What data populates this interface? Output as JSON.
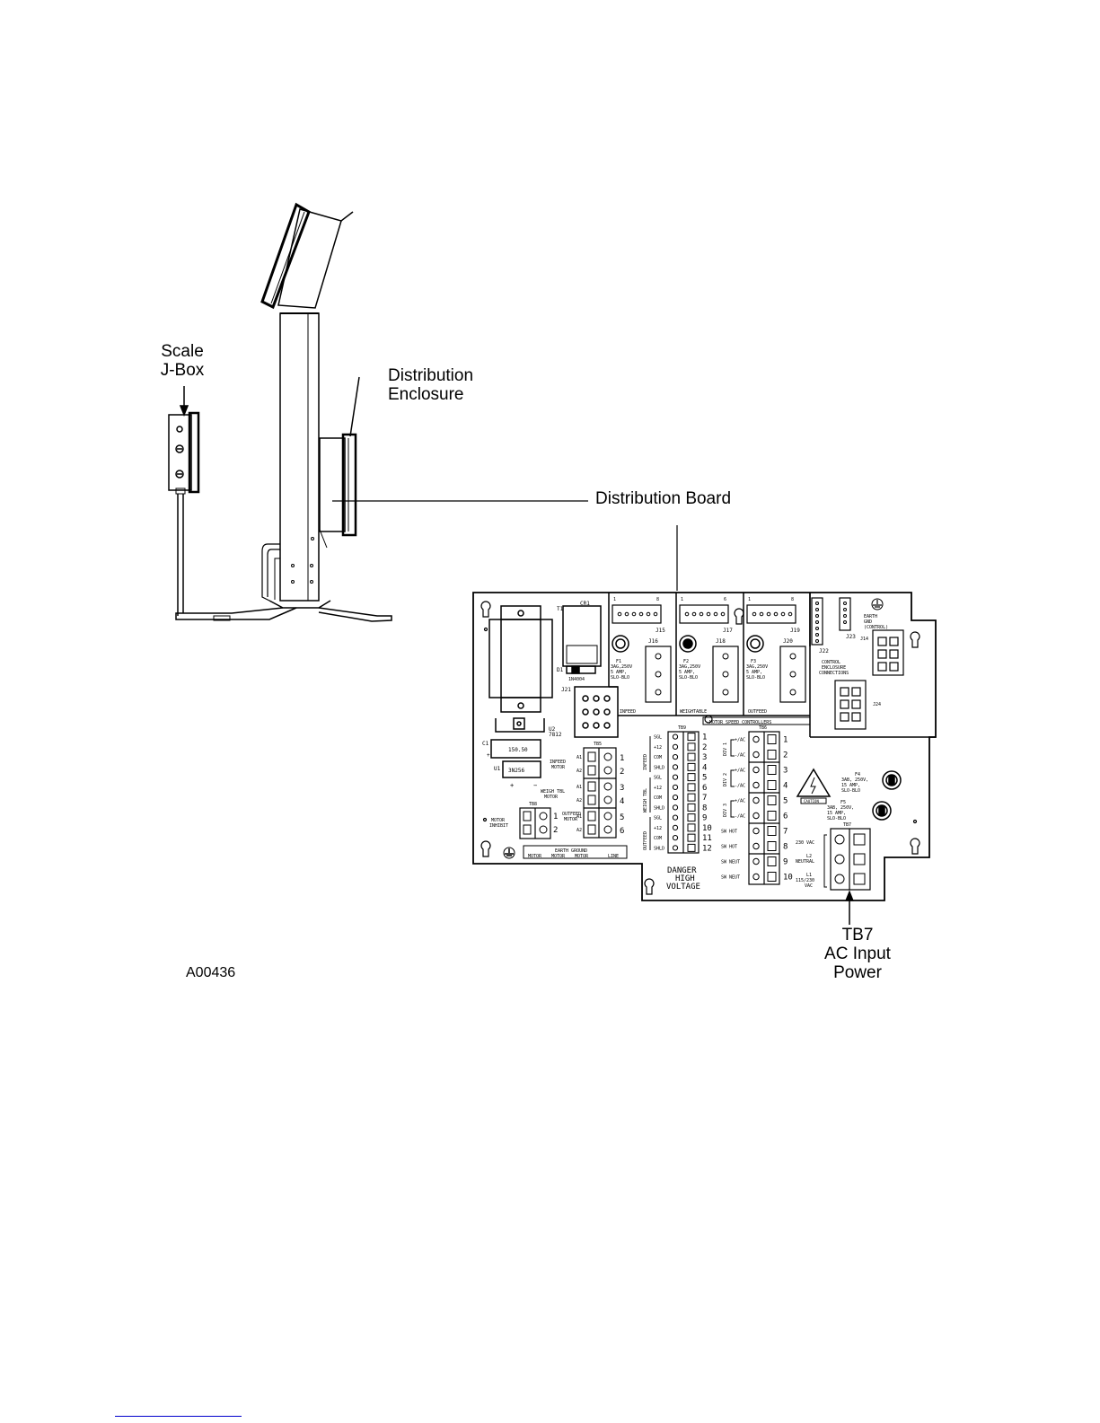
{
  "callouts": {
    "scale_jbox": [
      "Scale",
      "J-Box"
    ],
    "distribution_enclosure": [
      "Distribution",
      "Enclosure"
    ],
    "distribution_board": "Distribution Board",
    "tb7": [
      "TB7",
      "AC Input",
      "Power"
    ],
    "figure_id": "A00436"
  },
  "board": {
    "connectors_top": [
      "J15",
      "J17",
      "J19",
      "J22",
      "J23"
    ],
    "connectors_side": [
      "J16",
      "J18",
      "J20",
      "J14",
      "J21",
      "J24"
    ],
    "earth_label": [
      "EARTH",
      "GND",
      "(CONTROL)"
    ],
    "control_enclosure": [
      "CONTROL",
      "ENCLOSURE",
      "CONNECTIONS"
    ],
    "fuses": [
      {
        "id": "F1",
        "lines": [
          "F1",
          "3AG,250V",
          "5 AMP,",
          "SLO-BLO"
        ]
      },
      {
        "id": "F2",
        "lines": [
          "F2",
          "3AG,250V",
          "5 AMP,",
          "SLO-BLO"
        ]
      },
      {
        "id": "F3",
        "lines": [
          "F3",
          "3AG,250V",
          "5 AMP,",
          "SLO-BLO"
        ]
      },
      {
        "id": "F4",
        "lines": [
          "F4",
          "3AB, 250V,",
          "15 AMP,",
          "SLO-BLO"
        ]
      },
      {
        "id": "F5",
        "lines": [
          "F5",
          "3AB, 250V,",
          "15 AMP,",
          "SLO-BLO"
        ]
      }
    ],
    "section_labels": [
      "INFEED",
      "WEIGHTABLE",
      "OUTFEED",
      "MOTOR SPEED CONTROLLERS"
    ],
    "components": {
      "t1": "T1",
      "cr1": "CR1",
      "d1": "D1",
      "d1_part": "1N4004",
      "u2": [
        "U2",
        "7812"
      ],
      "c1": "C1",
      "u1": "U1",
      "c1_val": "150.50",
      "u1_val": "3N256"
    },
    "tb5": {
      "title": "TB5",
      "groups": [
        {
          "label": [
            "INFEED",
            "MOTOR"
          ],
          "rows": [
            {
              "term": "A1",
              "num": "1"
            },
            {
              "term": "A2",
              "num": "2"
            }
          ]
        },
        {
          "label": [
            "WEIGH TBL",
            "MOTOR"
          ],
          "rows": [
            {
              "term": "A1",
              "num": "3"
            },
            {
              "term": "A2",
              "num": "4"
            }
          ]
        },
        {
          "label": [
            "OUTFEED",
            "MOTOR"
          ],
          "rows": [
            {
              "term": "A1",
              "num": "5"
            },
            {
              "term": "A2",
              "num": "6"
            }
          ]
        }
      ]
    },
    "tb8": {
      "title": "TB8",
      "label": [
        "MOTOR",
        "INHIBIT"
      ],
      "nums": [
        "1",
        "2"
      ]
    },
    "tb9": {
      "title": "TB9",
      "groups": [
        "INFEED",
        "WEIGH TBL",
        "OUTFEED"
      ],
      "rows": [
        {
          "sig": "SGL",
          "num": "1"
        },
        {
          "sig": "+12",
          "num": "2"
        },
        {
          "sig": "COM",
          "num": "3"
        },
        {
          "sig": "SHLD",
          "num": "4"
        },
        {
          "sig": "SGL",
          "num": "5"
        },
        {
          "sig": "+12",
          "num": "6"
        },
        {
          "sig": "COM",
          "num": "7"
        },
        {
          "sig": "SHLD",
          "num": "8"
        },
        {
          "sig": "SGL",
          "num": "9"
        },
        {
          "sig": "+12",
          "num": "10"
        },
        {
          "sig": "COM",
          "num": "11"
        },
        {
          "sig": "SHLD",
          "num": "12"
        }
      ]
    },
    "tb6": {
      "title": "TB6",
      "div_labels": [
        "DIV 1",
        "DIV 2",
        "DIV 3"
      ],
      "rows": [
        {
          "sig": "+/AC",
          "num": "1"
        },
        {
          "sig": "-/AC",
          "num": "2"
        },
        {
          "sig": "+/AC",
          "num": "3"
        },
        {
          "sig": "-/AC",
          "num": "4"
        },
        {
          "sig": "+/AC",
          "num": "5"
        },
        {
          "sig": "-/AC",
          "num": "6"
        },
        {
          "sig": "SW HOT",
          "num": "7"
        },
        {
          "sig": "SW HOT",
          "num": "8"
        },
        {
          "sig": "SW NEUT",
          "num": "9"
        },
        {
          "sig": "SW NEUT",
          "num": "10"
        }
      ]
    },
    "tb7": {
      "title": "TB7",
      "labels": [
        "230 VAC",
        "L2",
        "NEUTRAL",
        "L1",
        "115/230",
        "VAC"
      ]
    },
    "earth_ground": {
      "title": "EARTH GROUND",
      "cols": [
        "MOTOR",
        "MOTOR",
        "MOTOR",
        "LINE"
      ]
    },
    "danger": [
      "DANGER",
      "HIGH",
      "VOLTAGE"
    ],
    "caution": "CAUTION"
  }
}
